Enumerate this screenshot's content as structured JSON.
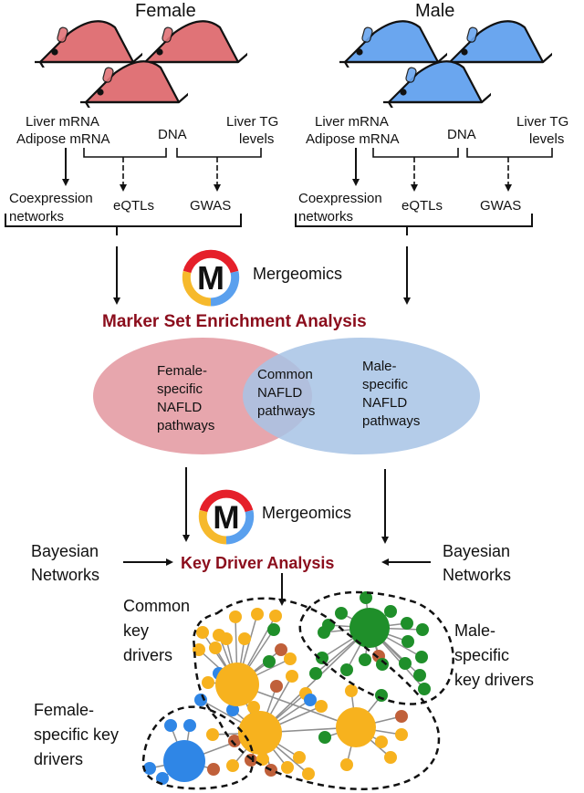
{
  "colors": {
    "female_mouse": "#e07377",
    "male_mouse": "#6aa6ef",
    "analysis_title": "#8b0d1c",
    "venn_female": "#e7a6ad",
    "venn_male": "#a7c3e5",
    "venn_overlap": "#a59bbe",
    "node_orange": "#f7b21e",
    "node_green": "#1f8f2a",
    "node_blue": "#2f86e6",
    "node_brown": "#c0603a",
    "logo_red": "#e5202a",
    "logo_yellow": "#f6b92c",
    "logo_blue": "#5aa0ee"
  },
  "female": {
    "title": "Female",
    "inputs": {
      "mrna_line1": "Liver  mRNA",
      "mrna_line2": "Adipose mRNA",
      "dna": "DNA",
      "tg_line1": "Liver  TG",
      "tg_line2": "levels"
    },
    "outputs": {
      "coexp_line1": "Coexpression",
      "coexp_line2": "networks",
      "eqtls": "eQTLs",
      "gwas": "GWAS"
    }
  },
  "male": {
    "title": "Male",
    "inputs": {
      "mrna_line1": "Liver  mRNA",
      "mrna_line2": "Adipose mRNA",
      "dna": "DNA",
      "tg_line1": "Liver  TG",
      "tg_line2": "levels"
    },
    "outputs": {
      "coexp_line1": "Coexpression",
      "coexp_line2": "networks",
      "eqtls": "eQTLs",
      "gwas": "GWAS"
    }
  },
  "logo": {
    "letter": "M",
    "name": "Mergeomics"
  },
  "msea": {
    "title": "Marker Set Enrichment Analysis"
  },
  "venn": {
    "female": [
      "Female-",
      "specific",
      "NAFLD",
      "pathways"
    ],
    "common": [
      "Common",
      "NAFLD",
      "pathways"
    ],
    "male": [
      "Male-",
      "specific",
      "NAFLD",
      "pathways"
    ]
  },
  "kda": {
    "title": "Key Driver Analysis",
    "left_input": [
      "Bayesian",
      "Networks"
    ],
    "right_input": [
      "Bayesian",
      "Networks"
    ]
  },
  "network": {
    "common_label": [
      "Common",
      "key",
      "drivers"
    ],
    "female_label": [
      "Female-",
      "specific key",
      "drivers"
    ],
    "male_label": [
      "Male-",
      "specific",
      "key drivers"
    ]
  }
}
